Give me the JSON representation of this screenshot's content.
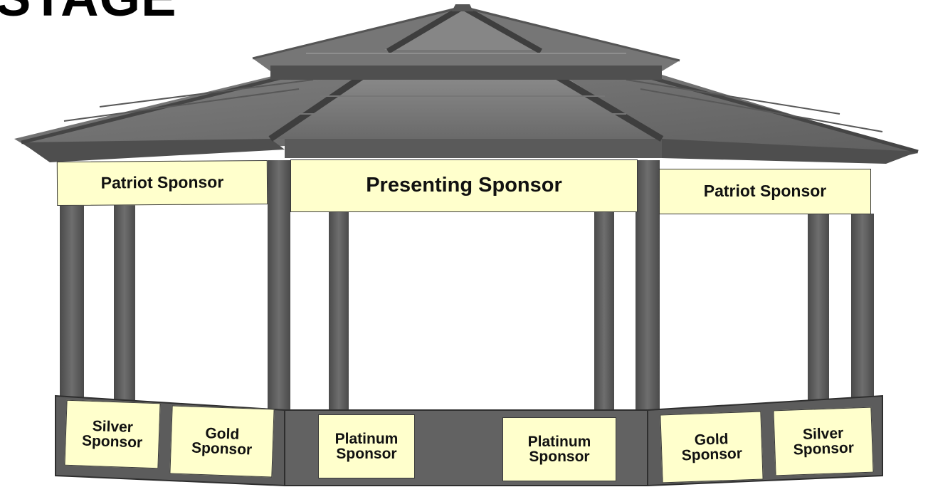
{
  "heading": "STAGE",
  "colors": {
    "sign_fill": "#ffffcc",
    "roof": "#6f6f6f",
    "post": "#585858",
    "base": "#555555"
  },
  "banners": {
    "left": "Patriot Sponsor",
    "center": "Presenting Sponsor",
    "right": "Patriot Sponsor"
  },
  "panels": {
    "silver_left": "Silver\nSponsor",
    "gold_left": "Gold\nSponsor",
    "platinum_left": "Platinum\nSponsor",
    "platinum_right": "Platinum\nSponsor",
    "gold_right": "Gold\nSponsor",
    "silver_right": "Silver\nSponsor"
  }
}
